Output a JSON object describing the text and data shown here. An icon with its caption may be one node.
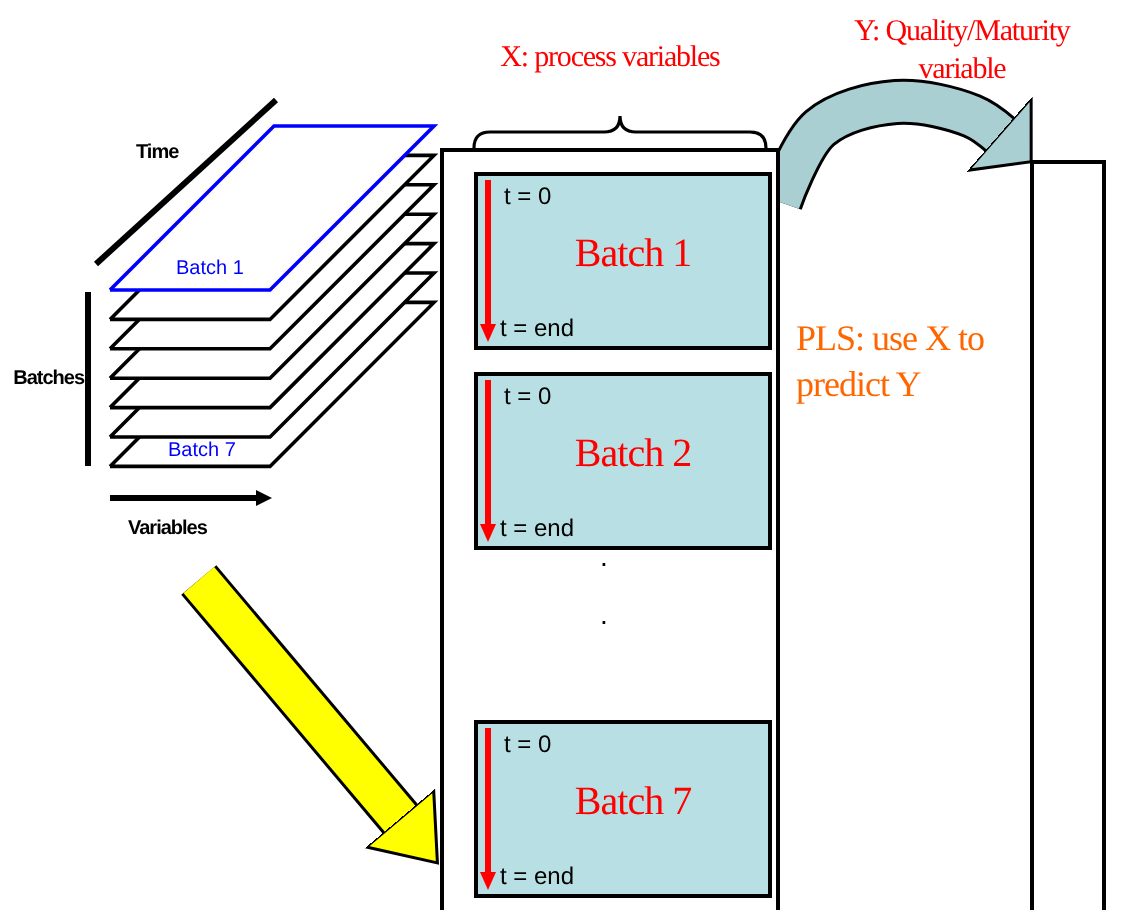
{
  "diagram": {
    "nodes": [
      {
        "text": [],
        "shape": "picture"
      },
      {
        "text": [
          "X: process variables"
        ]
      },
      {
        "text": [
          "t = 0",
          "Batch 1",
          "t = end"
        ],
        "in": 1
      },
      {
        "text": [
          "t = 0",
          "Batch 2",
          "t = end"
        ],
        "in": 1
      },
      {
        "text": [
          "t = 0",
          "Batch 7",
          "t = end"
        ],
        "in": 1
      },
      {
        "text": [
          "Y: Quality/Maturity variable"
        ]
      }
    ],
    "edges": [
      {
        "from": 0,
        "to": 1,
        "arrow": "to",
        "color": "#ffff00"
      },
      {
        "from": 1,
        "to": 5,
        "arrow": "to",
        "color": "#a9cfd3"
      }
    ],
    "labels": [
      "Time",
      "Batch 1",
      "Batches",
      "Batch 7",
      "Variables",
      ".",
      ".",
      "PLS: use X to predict Y"
    ]
  }
}
